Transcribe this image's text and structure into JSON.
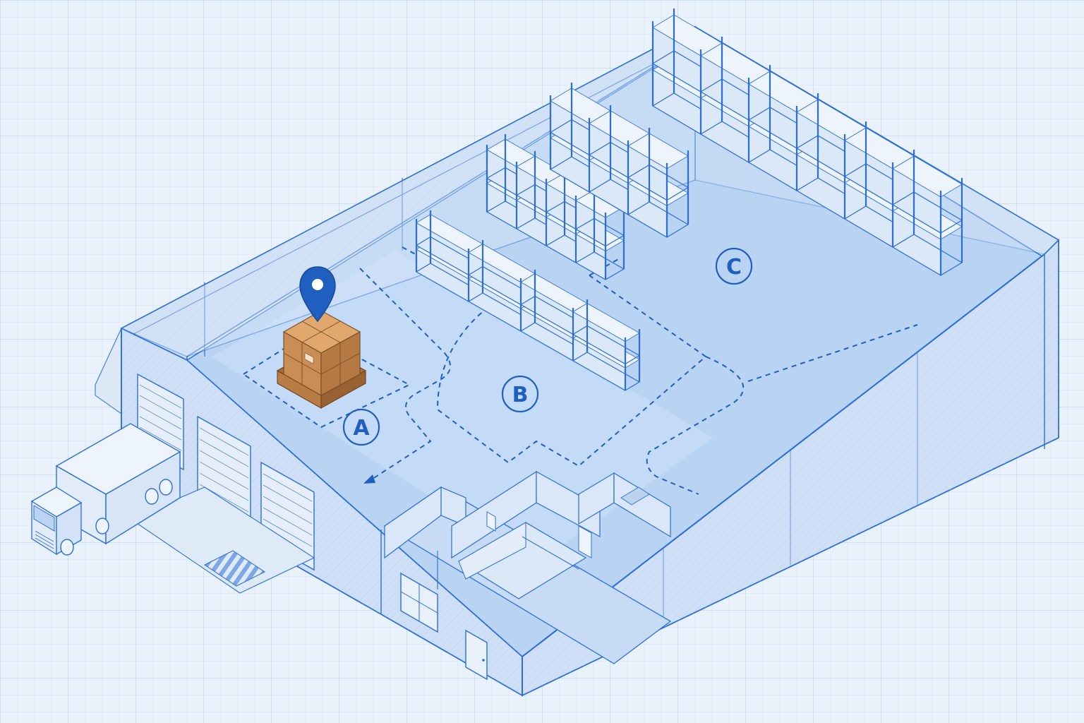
{
  "zones": [
    {
      "id": "A",
      "label": "A"
    },
    {
      "id": "B",
      "label": "B"
    },
    {
      "id": "C",
      "label": "C"
    }
  ],
  "colors": {
    "background": "#e9f1fb",
    "grid": "#c9dbf2",
    "line": "#2b6fd6",
    "floor": "#b9d3f2",
    "wall": "#cfe0f6",
    "cardboard": "#c98d55",
    "pallet": "#a86d3a",
    "pin": "#1f5fbf"
  },
  "icons": {
    "pin": "location-pin-icon",
    "package": "cardboard-box-pallet",
    "truck": "delivery-truck"
  }
}
